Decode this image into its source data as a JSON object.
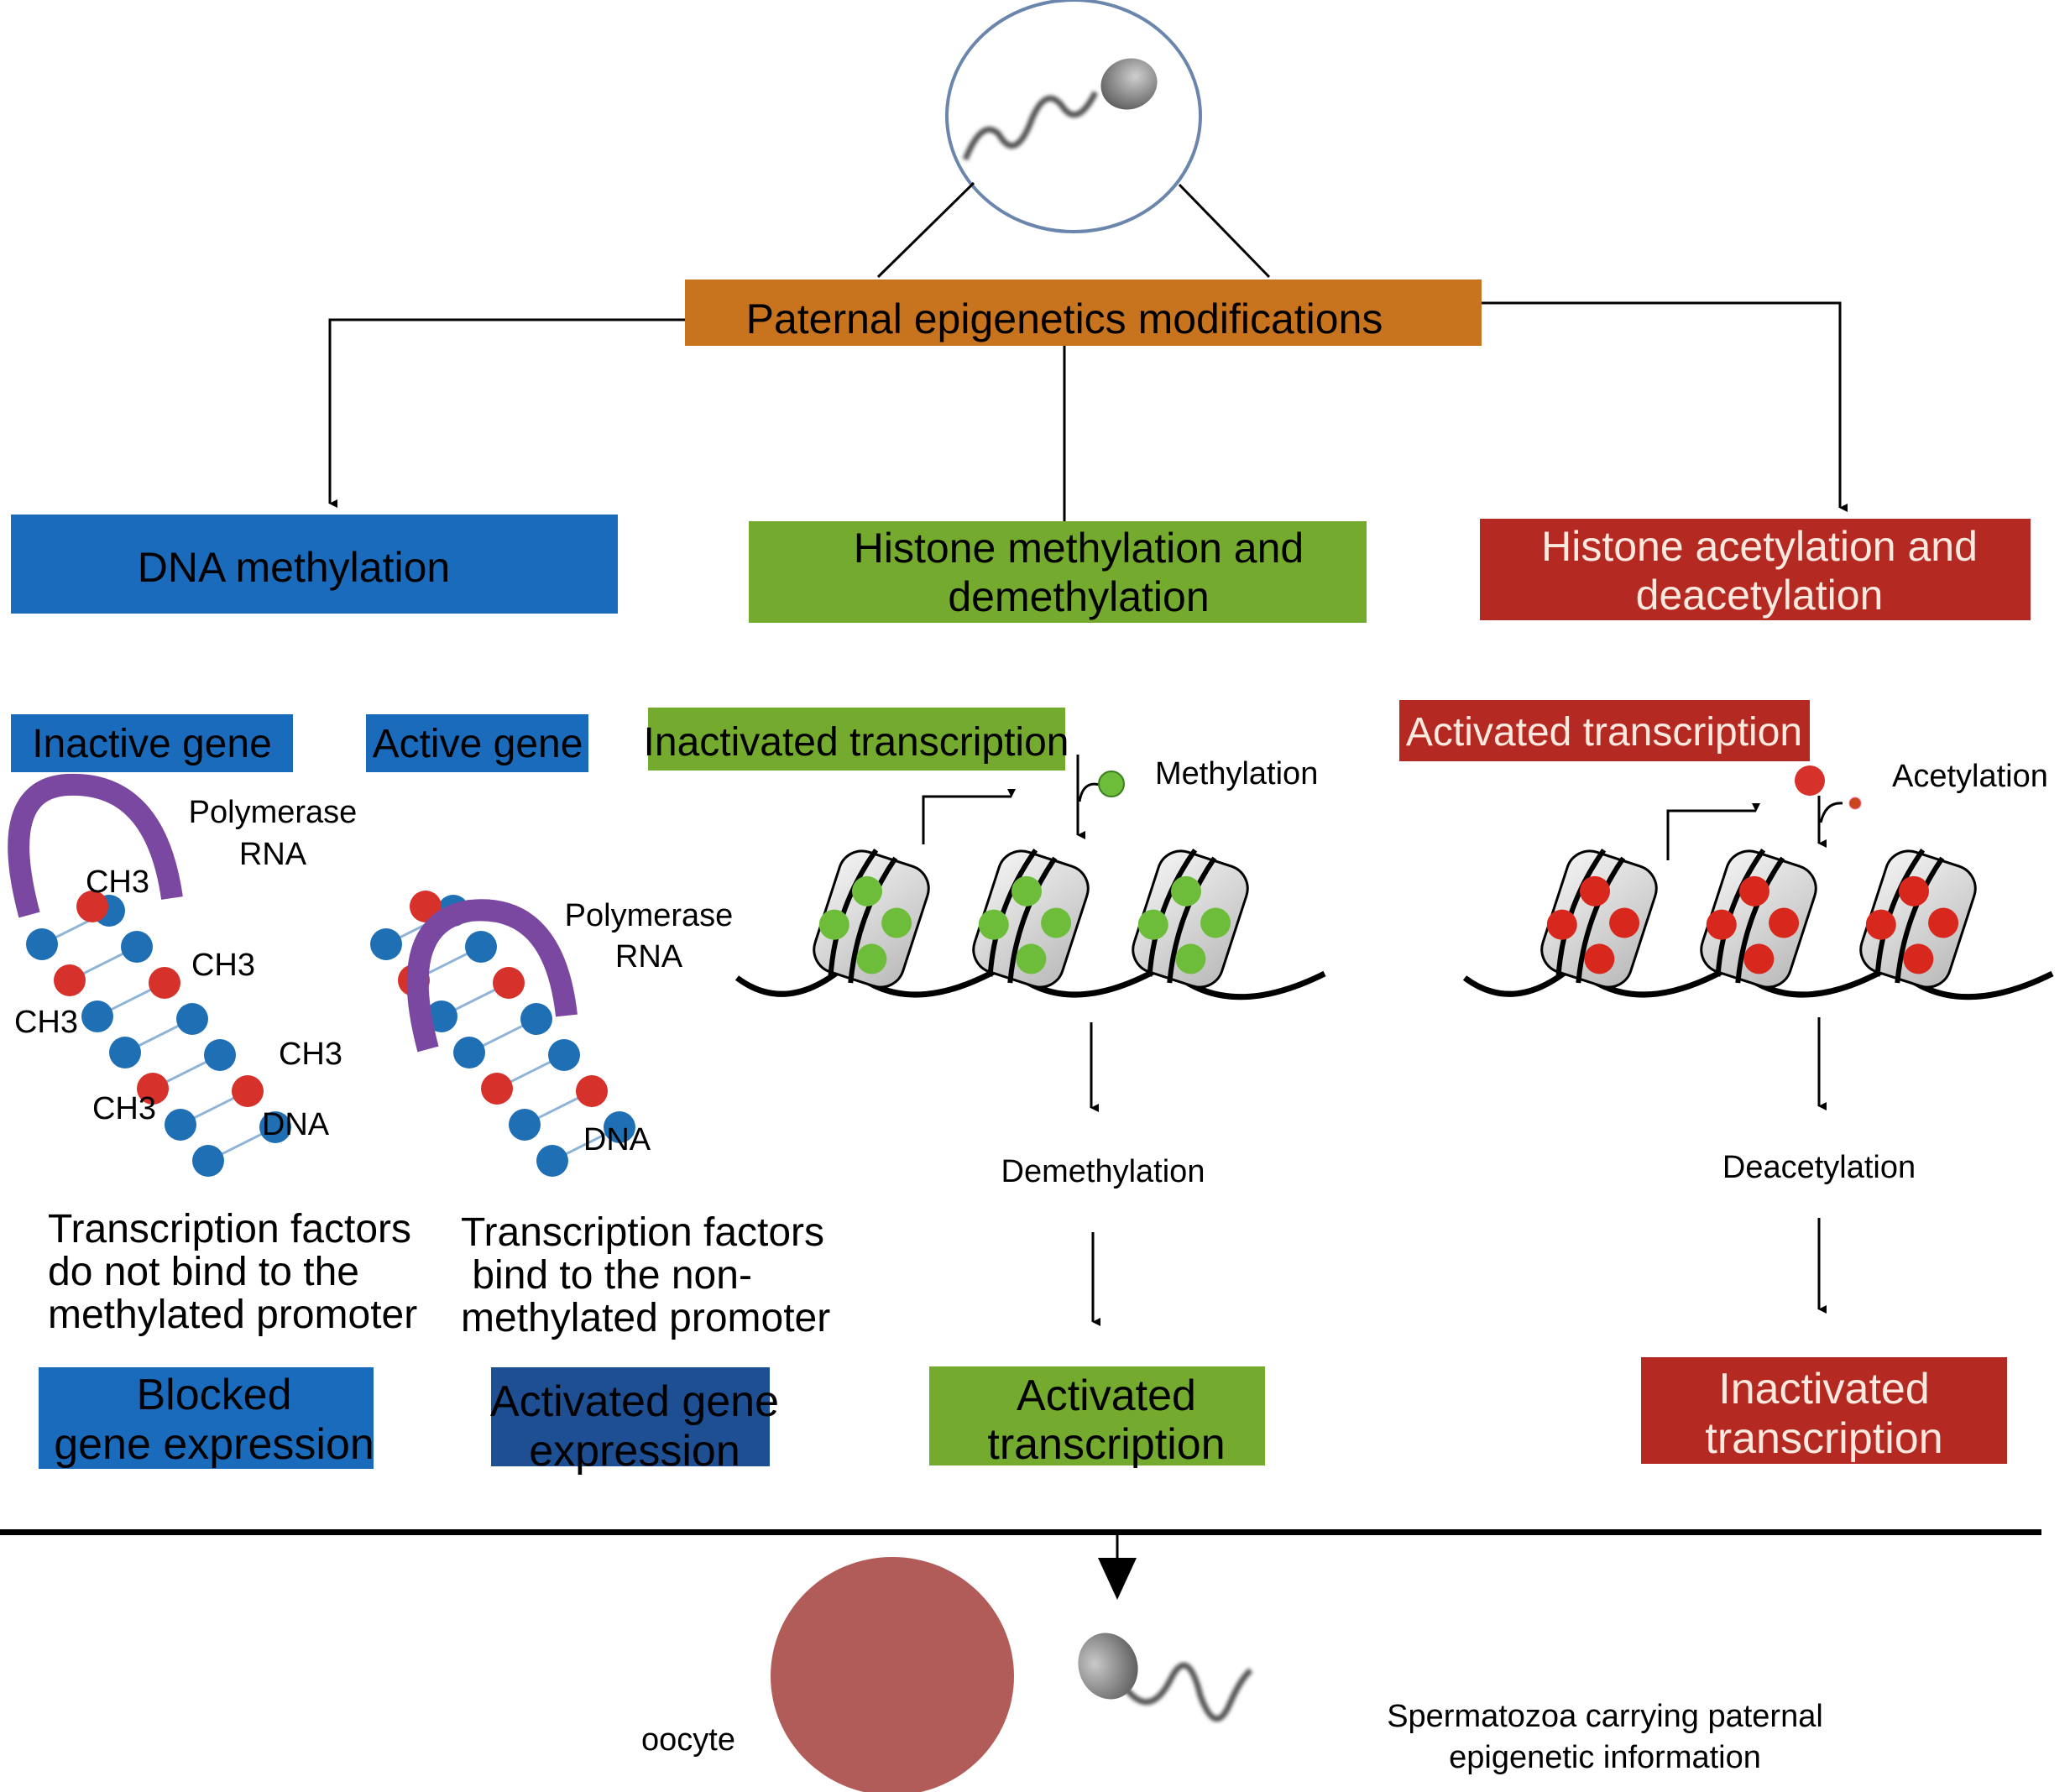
{
  "title": "Paternal epigenetics modifications",
  "colors": {
    "orange": "#c8741f",
    "blue": "#1b6bbd",
    "dark_blue": "#1f4f93",
    "green": "#74aa2e",
    "red": "#b42a22",
    "oocyte": "#b15c58",
    "circle_outline": "#6b86ad",
    "purple": "#7a48a0",
    "nucleotide_blue": "#1f6fb5",
    "nucleotide_red": "#d6312a",
    "histone_green": "#6dbd3a",
    "histone_red": "#d8281e"
  },
  "categories": {
    "dna_methylation": "DNA methylation",
    "histone_methylation": [
      "Histone methylation and",
      "demethylation"
    ],
    "histone_acetylation": [
      "Histone acetylation and",
      "deacetylation"
    ]
  },
  "dna_panel": {
    "inactive_gene": {
      "label": "Inactive gene",
      "polymerase": [
        "Polymerase",
        "RNA"
      ],
      "ch3_labels": [
        "CH3",
        "CH3",
        "CH3",
        "CH3",
        "CH3"
      ],
      "dna_label": "DNA",
      "description": [
        "Transcription factors",
        "do not bind to the",
        "methylated promoter"
      ],
      "outcome": [
        "Blocked",
        "gene expression"
      ]
    },
    "active_gene": {
      "label": "Active gene",
      "polymerase": [
        "Polymerase",
        "RNA"
      ],
      "dna_label": "DNA",
      "description": [
        "Transcription factors",
        " bind to the non-",
        "methylated promoter"
      ],
      "outcome": [
        "Activated gene",
        "expression"
      ]
    }
  },
  "histone_methylation_panel": {
    "state_label": "Inactivated transcription",
    "modification_label": "Methylation",
    "step_label": "Demethylation",
    "outcome": [
      "Activated",
      "transcription"
    ]
  },
  "histone_acetylation_panel": {
    "state_label": "Activated transcription",
    "modification_label": "Acetylation",
    "step_label": "Deacetylation",
    "outcome": [
      "Inactivated",
      "transcription"
    ]
  },
  "bottom": {
    "oocyte_label": "oocyte",
    "spermatozoa_label": [
      "Spermatozoa carrying paternal",
      "epigenetic information"
    ]
  }
}
